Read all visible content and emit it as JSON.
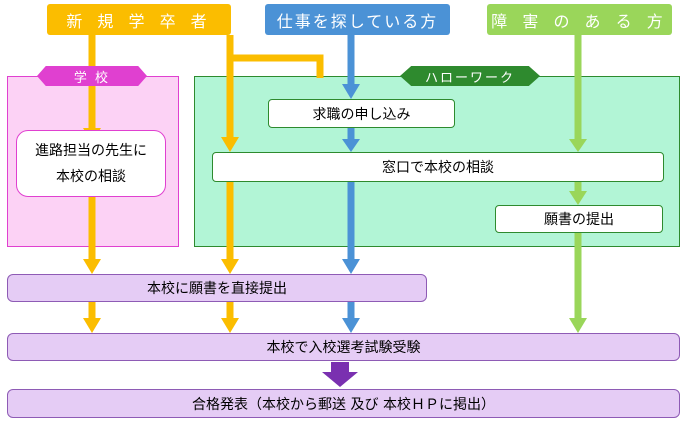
{
  "sources": {
    "graduates": "新 規 学 卒 者",
    "job_seekers": "仕事を探している方",
    "disabled": "障 害 の あ る 方"
  },
  "school": {
    "title": "学 校",
    "consult_line1": "進路担当の先生に",
    "consult_line2": "本校の相談"
  },
  "hellowork": {
    "title": "ハローワーク",
    "apply": "求職の申し込み",
    "window": "窓口で本校の相談",
    "submit": "願書の提出"
  },
  "steps": {
    "direct_submit": "本校に願書を直接提出",
    "exam": "本校で入校選考試験受験",
    "result": "合格発表（本校から郵送 及び 本校ＨＰに掲出）"
  },
  "colors": {
    "graduates": "#fbbd00",
    "job_seekers": "#4b92d6",
    "disabled": "#9ad65a",
    "school_bg": "#fcd2f5",
    "school_border": "#e040d0",
    "hellowork_bg": "#b2f5d6",
    "hellowork_border": "#2e8a2e",
    "result_arrow": "#7a30b0"
  }
}
